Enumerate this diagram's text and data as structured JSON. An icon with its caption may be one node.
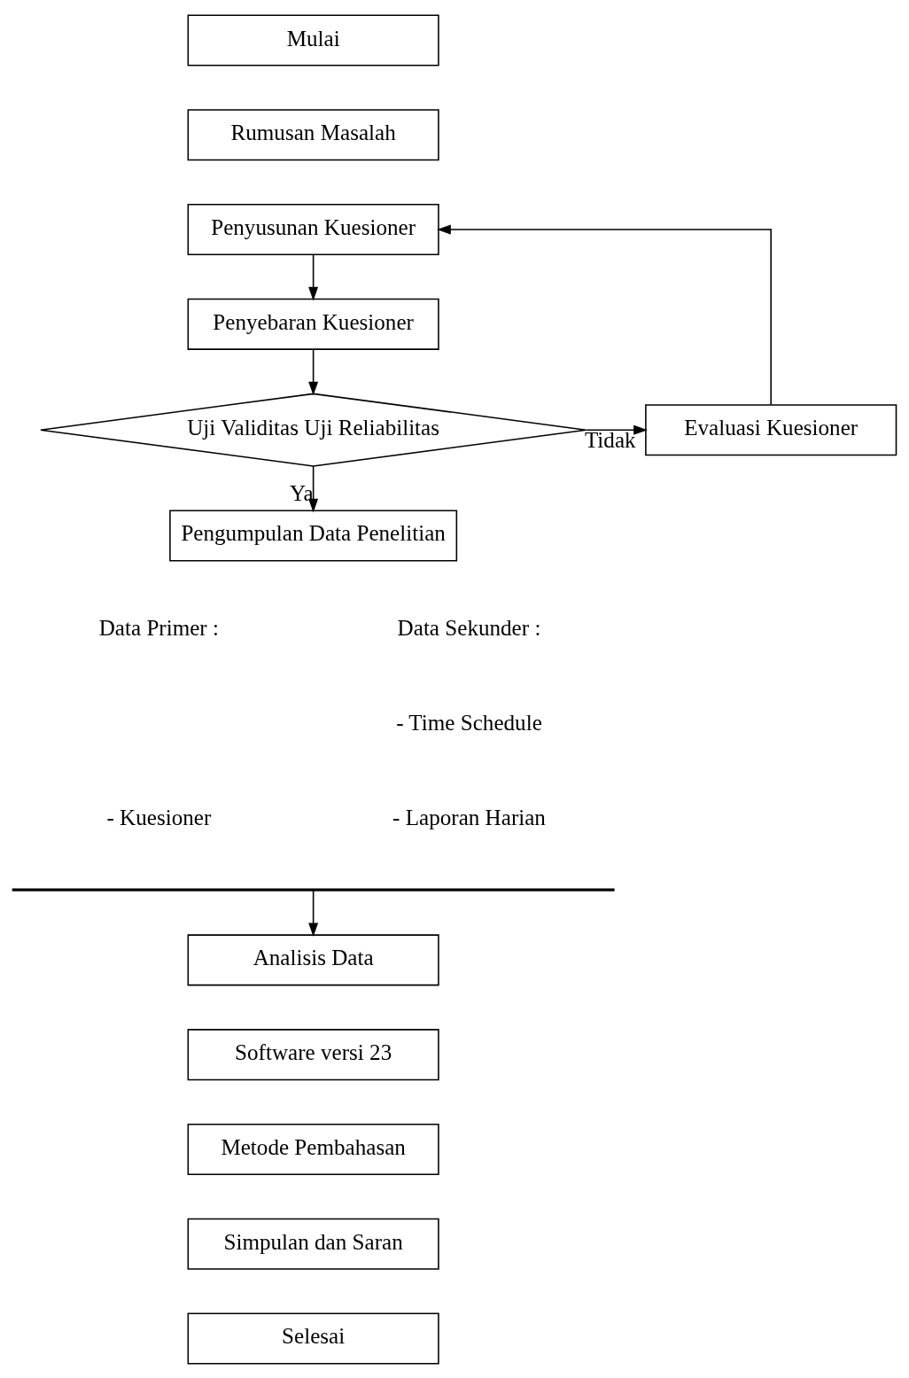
{
  "diagram": {
    "nodes": [
      {
        "text": [
          "Mulai"
        ]
      },
      {
        "text": [
          "Rumusan Masalah"
        ]
      },
      {
        "text": [
          "Penyusunan Kuesioner"
        ]
      },
      {
        "text": [
          "Penyebaran Kuesioner"
        ]
      },
      {
        "text": [
          "Uji Validitas Uji Reliabilitas"
        ]
      },
      {
        "text": [
          "Evaluasi Kuesioner"
        ]
      },
      {
        "text": [
          "Pengumpulan Data Penelitian"
        ]
      },
      {
        "text": [],
        "shape": "bar"
      },
      {
        "text": [
          "Analisis Data"
        ]
      },
      {
        "text": [
          "Software versi 23"
        ]
      },
      {
        "text": [
          "Metode Pembahasan"
        ]
      },
      {
        "text": [
          "Simpulan dan Saran"
        ]
      },
      {
        "text": [
          "Selesai"
        ]
      }
    ],
    "edges": [
      {
        "from": 2,
        "to": 3,
        "arrow": "to"
      },
      {
        "from": 3,
        "to": 4,
        "arrow": "to"
      },
      {
        "from": 4,
        "to": 5,
        "arrow": "to",
        "label": "Tidak"
      },
      {
        "from": 4,
        "to": 6,
        "arrow": "to",
        "label": "Ya"
      },
      {
        "from": 5,
        "to": 2,
        "arrow": "to"
      },
      {
        "from": 7,
        "to": 8,
        "arrow": "to"
      }
    ],
    "labels": [
      "Data Primer :",
      "Data Sekunder :",
      "- Kuesioner",
      "- Time Schedule",
      "- Laporan Harian"
    ]
  }
}
